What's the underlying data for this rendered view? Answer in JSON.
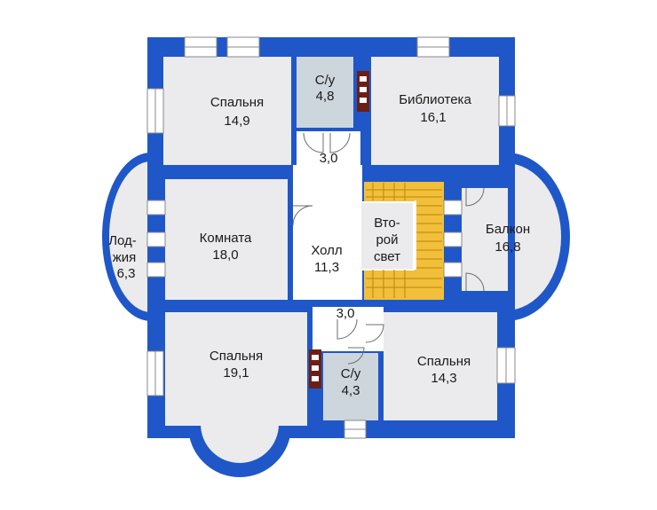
{
  "colors": {
    "wall": "#1f57c8",
    "room": "#ebebed",
    "bath": "#cdd6dc",
    "hall": "#ffffff",
    "stair": "#f2bf3a",
    "stove": "#6b1f14"
  },
  "rooms": {
    "bedroom_top_left": {
      "name": "Спальня",
      "area": "14,9"
    },
    "bath_top": {
      "name": "С/у",
      "area": "4,8"
    },
    "library": {
      "name": "Библиотека",
      "area": "16,1"
    },
    "corridor_top": {
      "area": "3,0"
    },
    "room": {
      "name": "Комната",
      "area": "18,0"
    },
    "hall": {
      "name": "Холл",
      "area": "11,3"
    },
    "void": {
      "line1": "Вто-",
      "line2": "рой",
      "line3": "свет"
    },
    "balcony": {
      "name": "Балкон",
      "area": "16,8"
    },
    "loggia": {
      "line1": "Лод-",
      "line2": "жия",
      "area": "6,3"
    },
    "corridor_bottom": {
      "area": "3,0"
    },
    "bedroom_bottom_left": {
      "name": "Спальня",
      "area": "19,1"
    },
    "bath_bottom": {
      "name": "С/у",
      "area": "4,3"
    },
    "bedroom_bottom_right": {
      "name": "Спальня",
      "area": "14,3"
    }
  }
}
